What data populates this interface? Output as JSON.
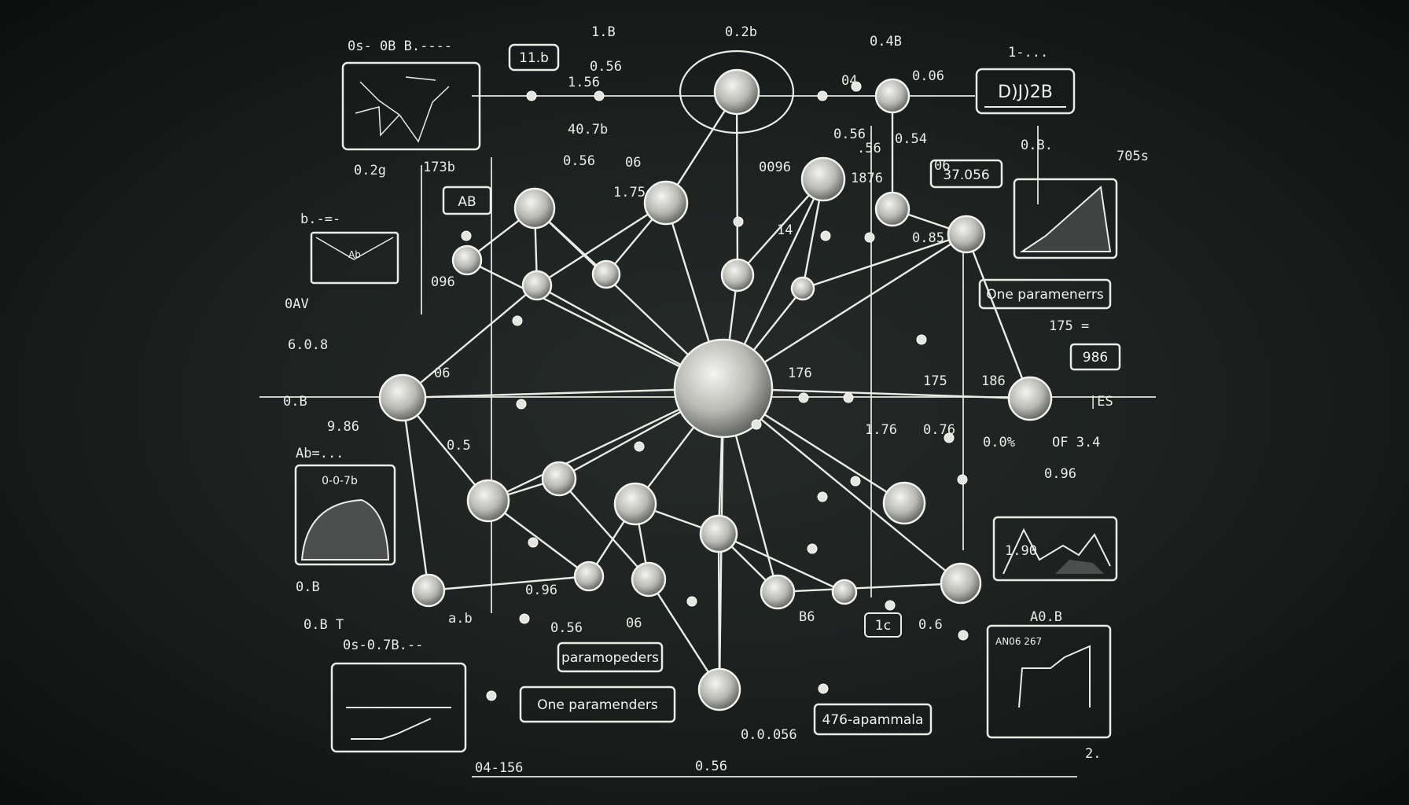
{
  "colors": {
    "board": "#1d2221",
    "chalk": "#ecece6",
    "node": "#cfcfcb"
  },
  "boxes": {
    "b1": "11.b",
    "b2": "D)J)2B",
    "b3": "37.056",
    "b4": "AB",
    "b5": "Ab",
    "b6": "One paramenerrs",
    "b7": "986",
    "b8": "0-0-7b",
    "b9": "1c",
    "b10": "paramopeders",
    "b11": "One paramenders",
    "b12": "476-apammala",
    "b13": "AN06 267"
  },
  "labels": [
    "0s- 0B B.----",
    "1.B",
    "0.2b",
    "0.4B",
    "1-...",
    "0.56",
    "1.56",
    "40.7b",
    "0.56",
    "06",
    "1.75",
    "0.2g",
    "173b",
    "04",
    "0.06",
    "0.56",
    ".56",
    "0.54",
    "06",
    "0.B.",
    "705s",
    "0096",
    "1876",
    "b.-=-",
    "0.85",
    "14",
    "096",
    "0AV",
    "6.0.8",
    "175 =",
    "0.B",
    "06",
    "175",
    "186",
    "176",
    "|ES",
    "9.86",
    "1.76",
    "0.76",
    "0.0%",
    "OF 3.4",
    "0.5",
    "Ab=...",
    "0.96",
    "1.90",
    "0.B",
    "a.b",
    "0.96",
    "0.56",
    "06",
    "B6",
    "0.6",
    "A0.B",
    "0.0.056",
    "0s-0.7B.--",
    "04-156",
    "0.56",
    "2.",
    "0.B T"
  ]
}
